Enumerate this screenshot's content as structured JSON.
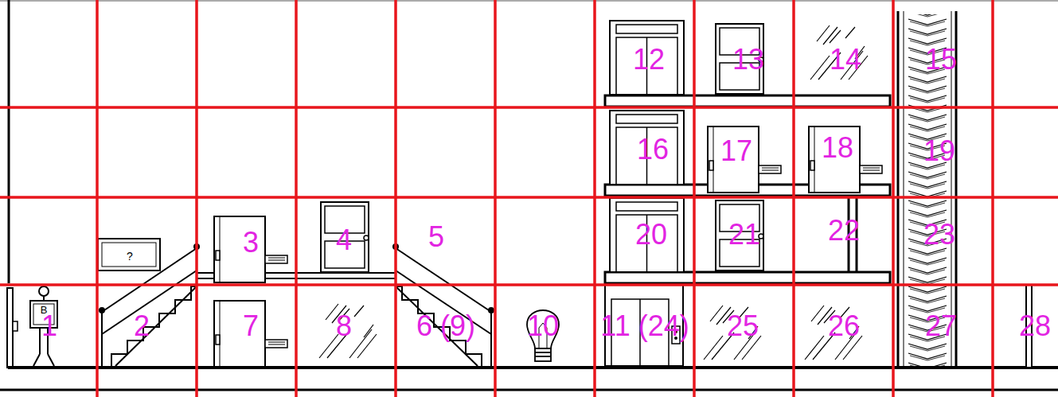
{
  "diagram": {
    "labels": [
      "12",
      "13",
      "14",
      "15",
      "16",
      "17",
      "18",
      "19",
      "?",
      "3",
      "4",
      "5",
      "20",
      "21",
      "22",
      "23",
      "B",
      "1",
      "2",
      "7",
      "8",
      "6 (9)",
      "10",
      "11 (24)",
      "25",
      "26",
      "27",
      "28"
    ]
  }
}
